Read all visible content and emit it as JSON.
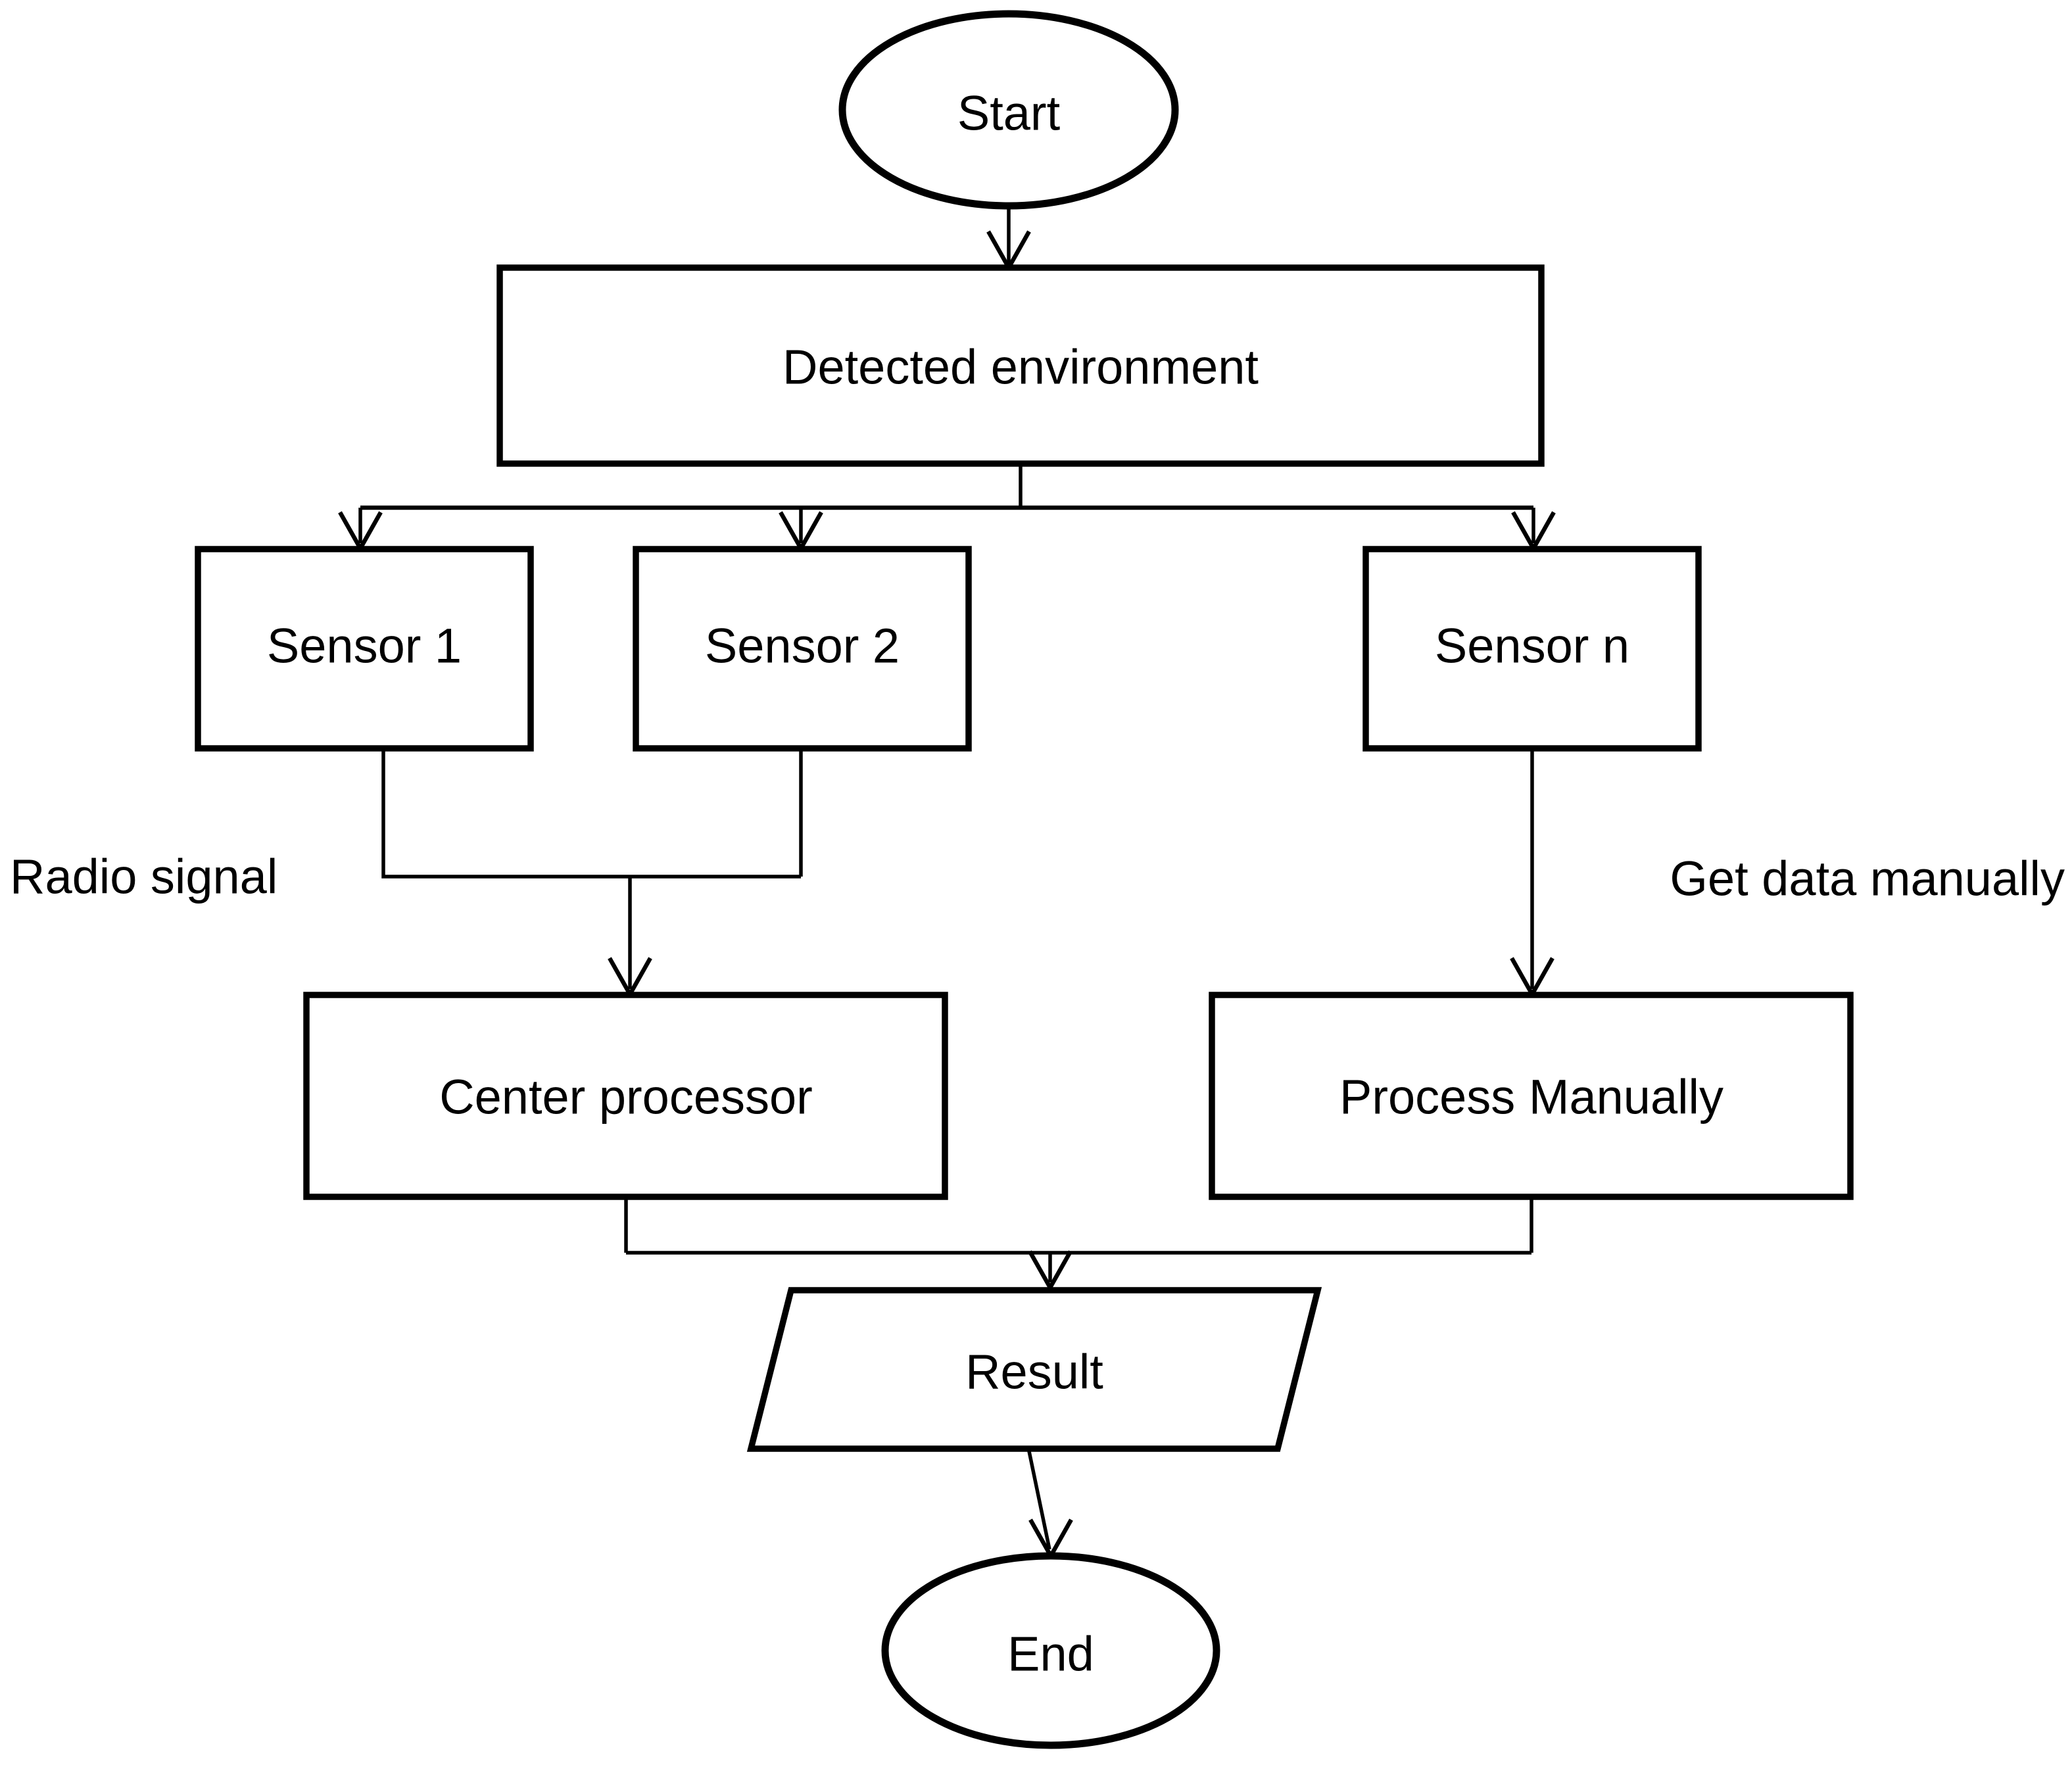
{
  "diagram": {
    "type": "flowchart",
    "colors": {
      "background": "#ffffff",
      "line": "#000000",
      "text": "#000000"
    },
    "nodes": {
      "start": {
        "label": "Start",
        "shape": "ellipse"
      },
      "detected_environment": {
        "label": "Detected environment",
        "shape": "process"
      },
      "sensor_1": {
        "label": "Sensor 1",
        "shape": "process"
      },
      "sensor_2": {
        "label": "Sensor 2",
        "shape": "process"
      },
      "sensor_n": {
        "label": "Sensor n",
        "shape": "process"
      },
      "center_processor": {
        "label": "Center processor",
        "shape": "process"
      },
      "process_manually": {
        "label": "Process Manually",
        "shape": "process"
      },
      "result": {
        "label": "Result",
        "shape": "input-output-parallelogram"
      },
      "end": {
        "label": "End",
        "shape": "ellipse"
      }
    },
    "edge_labels": {
      "radio_signal": "Radio signal",
      "get_data_manually": "Get data manually"
    },
    "edges": [
      {
        "from": "start",
        "to": "detected_environment"
      },
      {
        "from": "detected_environment",
        "to": "sensor_1"
      },
      {
        "from": "detected_environment",
        "to": "sensor_2"
      },
      {
        "from": "detected_environment",
        "to": "sensor_n"
      },
      {
        "from": "sensor_1",
        "to": "center_processor",
        "label": "Radio signal"
      },
      {
        "from": "sensor_2",
        "to": "center_processor",
        "label": "Radio signal"
      },
      {
        "from": "sensor_n",
        "to": "process_manually",
        "label": "Get data manually"
      },
      {
        "from": "center_processor",
        "to": "result"
      },
      {
        "from": "process_manually",
        "to": "result"
      },
      {
        "from": "result",
        "to": "end"
      }
    ]
  }
}
